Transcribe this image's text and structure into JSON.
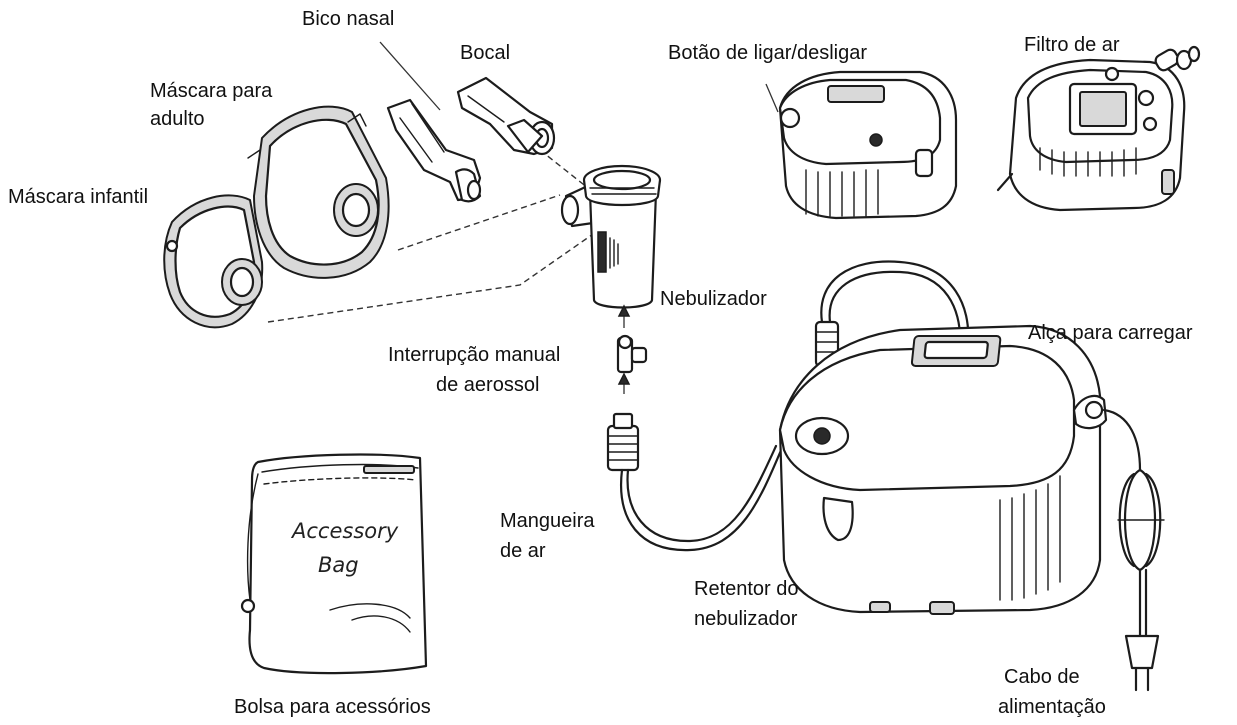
{
  "labels": {
    "bico_nasal": "Bico nasal",
    "bocal": "Bocal",
    "mascara_adulto_1": "Máscara para",
    "mascara_adulto_2": "adulto",
    "mascara_infantil": "Máscara infantil",
    "botao": "Botão de ligar/desligar",
    "filtro": "Filtro de ar",
    "nebulizador": "Nebulizador",
    "alca": "Alça para carregar",
    "interrupcao_1": "Interrupção manual",
    "interrupcao_2": "de aerossol",
    "mangueira_1": "Mangueira",
    "mangueira_2": "de ar",
    "retentor_1": "Retentor do",
    "retentor_2": "nebulizador",
    "cabo_1": "Cabo de",
    "cabo_2": "alimentação",
    "bolsa": "Bolsa para acessórios"
  },
  "bag_print": {
    "line1": "Accessory",
    "line2": "Bag"
  }
}
